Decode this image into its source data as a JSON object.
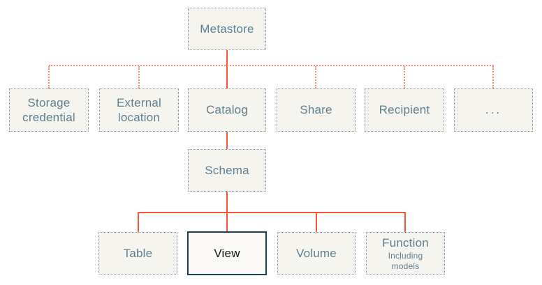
{
  "diagram": {
    "type": "hierarchy",
    "highlighted_node": "View",
    "colors": {
      "background": "#ffffff",
      "node_fill": "#f6f4ef",
      "node_border_dotted": "#7f9cab",
      "node_text": "#5d7f90",
      "highlight_fill": "#fbfaf7",
      "highlight_border": "#1c4156",
      "highlight_text": "#121417",
      "connector_solid": "#fb5436",
      "connector_dotted": "#fc8a70"
    }
  },
  "nodes": {
    "metastore": {
      "label": "Metastore"
    },
    "storage": {
      "label": "Storage credential"
    },
    "external": {
      "label": "External location"
    },
    "catalog": {
      "label": "Catalog"
    },
    "share": {
      "label": "Share"
    },
    "recipient": {
      "label": "Recipient"
    },
    "more": {
      "label": "..."
    },
    "schema": {
      "label": "Schema"
    },
    "table": {
      "label": "Table"
    },
    "view": {
      "label": "View"
    },
    "volume": {
      "label": "Volume"
    },
    "function": {
      "label": "Function",
      "sublabel": "Including models"
    }
  },
  "edges": [
    {
      "from": "Metastore",
      "to": "Storage credential",
      "style": "dotted"
    },
    {
      "from": "Metastore",
      "to": "External location",
      "style": "dotted"
    },
    {
      "from": "Metastore",
      "to": "Catalog",
      "style": "solid"
    },
    {
      "from": "Metastore",
      "to": "Share",
      "style": "dotted"
    },
    {
      "from": "Metastore",
      "to": "Recipient",
      "style": "dotted"
    },
    {
      "from": "Metastore",
      "to": "...",
      "style": "dotted"
    },
    {
      "from": "Catalog",
      "to": "Schema",
      "style": "solid"
    },
    {
      "from": "Schema",
      "to": "Table",
      "style": "solid"
    },
    {
      "from": "Schema",
      "to": "View",
      "style": "solid"
    },
    {
      "from": "Schema",
      "to": "Volume",
      "style": "solid"
    },
    {
      "from": "Schema",
      "to": "Function",
      "style": "solid"
    }
  ]
}
